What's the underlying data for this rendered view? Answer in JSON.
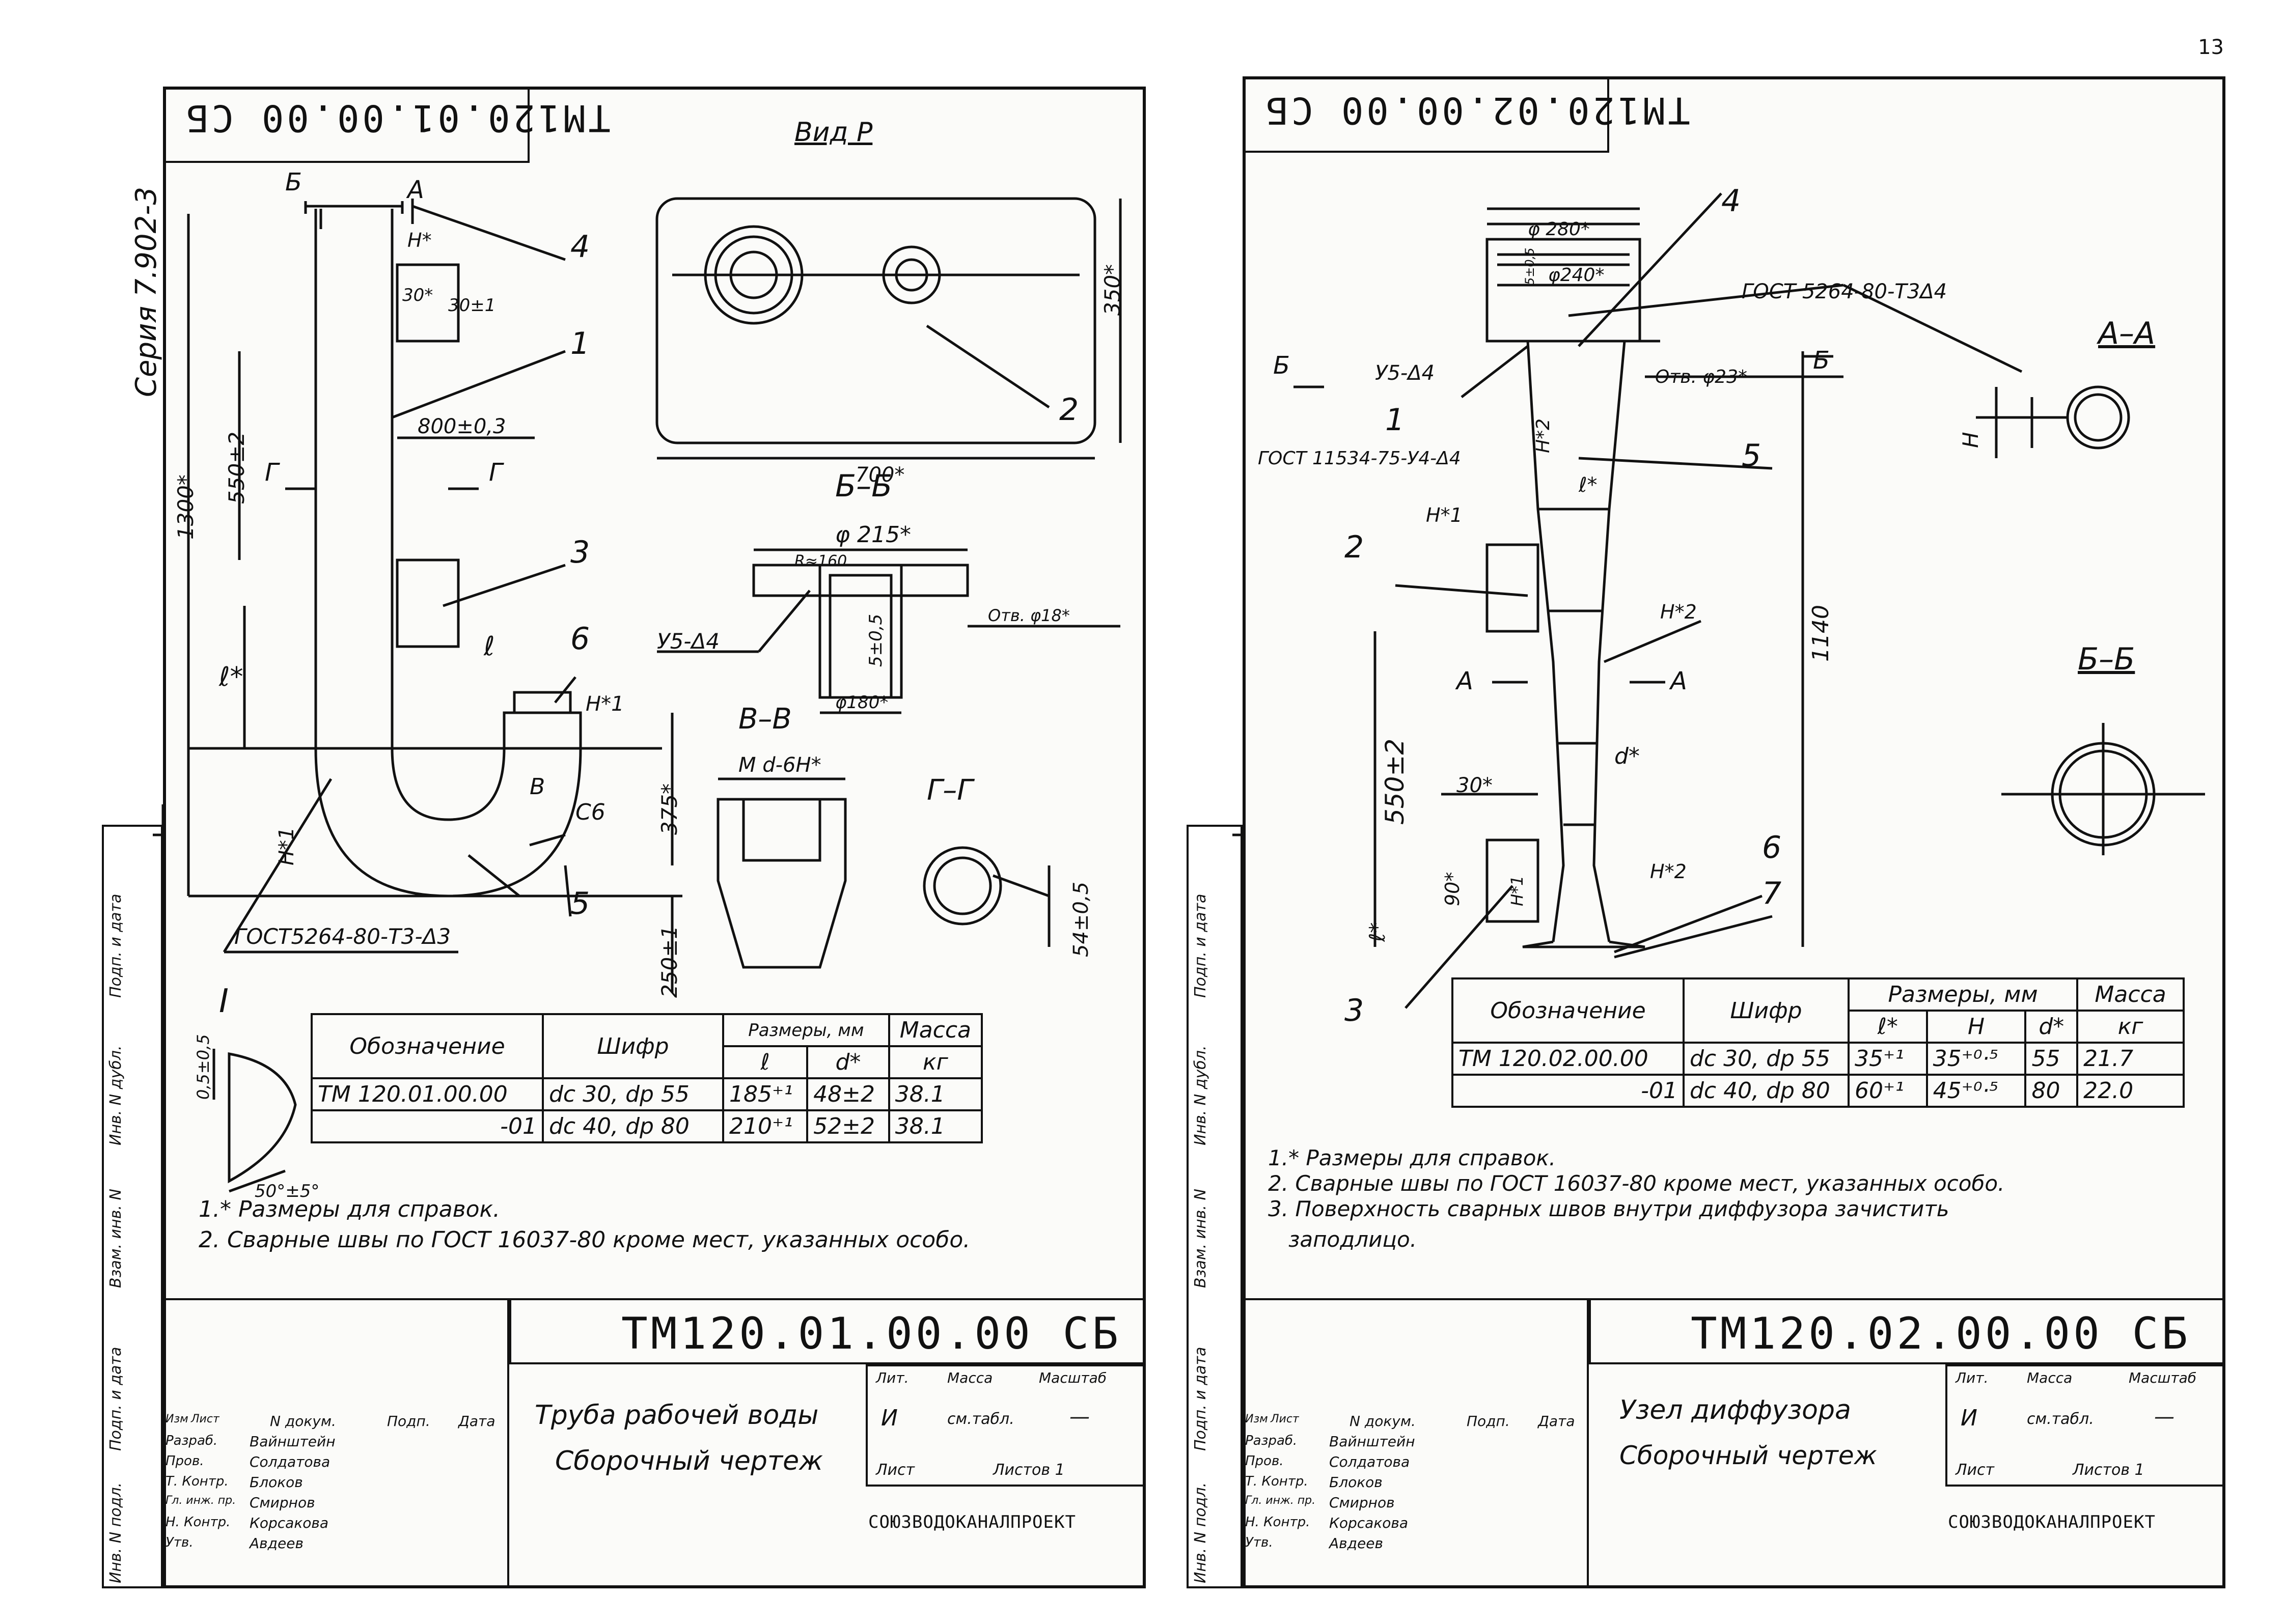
{
  "page_number": "13",
  "left": {
    "series_label": "Серия 7.902-3",
    "top_code": "ТМ120.01.00.00 СБ",
    "view_label": "Вид Р",
    "callouts": [
      "1",
      "2",
      "3",
      "4",
      "5",
      "6"
    ],
    "dims": {
      "d1300": "1300*",
      "d550": "550±2",
      "d800": "800±0,3",
      "d700": "700*",
      "d350": "350*",
      "d375": "375*",
      "d250": "250±1",
      "d54": "54±0,5",
      "l_e": "ℓ*",
      "l_e2": "ℓ",
      "n_top": "Н*",
      "d30": "30*",
      "d30b": "30±1",
      "b_mark": "Б",
      "a_mark": "А",
      "g_mark": "Г",
      "v_mark": "В",
      "n1": "Н*1",
      "n1b": "Н*1",
      "c6": "С6",
      "gost_weld": "ГОСТ5264-80-Т3-Δ3",
      "phi215": "φ 215*",
      "phi180": "φ180*",
      "r_note": "R≈160",
      "d5": "5±0,5",
      "otv": "Отв. φ18*",
      "weld45": "У5-Δ4",
      "m_thread": "М d-6Н*",
      "sec_bb": "Б–Б",
      "sec_vv": "В–В",
      "sec_gg": "Г–Г",
      "sec_i": "I",
      "d05": "0,5±0,5",
      "angle": "50°±5°"
    },
    "table": {
      "headers": [
        "Обозначение",
        "Шифр",
        "Размеры, мм",
        "Масса"
      ],
      "subheaders": [
        "ℓ",
        "d*",
        "кг"
      ],
      "rows": [
        [
          "ТМ 120.01.00.00",
          "dc 30, dр 55",
          "185⁺¹",
          "48±2",
          "38.1"
        ],
        [
          "-01",
          "dc 40, dр 80",
          "210⁺¹",
          "52±2",
          "38.1"
        ]
      ]
    },
    "notes": [
      "1.* Размеры для справок.",
      "2. Сварные швы по ГОСТ 16037-80 кроме мест, указанных особо."
    ],
    "stamp": {
      "code": "ТМ120.01.00.00 СБ",
      "title_line1": "Труба рабочей воды",
      "title_line2": "Сборочный чертеж",
      "cols": [
        "Изм",
        "Лист",
        "N докум.",
        "Подп.",
        "Дата"
      ],
      "roles": [
        "Разраб.",
        "Пров.",
        "Т. Контр.",
        "Гл. инж. пр.",
        "Н. Контр.",
        "Утв."
      ],
      "names": [
        "Вайнштейн",
        "Солдатова",
        "Блоков",
        "Смирнов",
        "Корсакова",
        "Авдеев"
      ],
      "lit": "Лит.",
      "mass": "Масса",
      "scale": "Масштаб",
      "lit_val": "И",
      "mass_val": "см.табл.",
      "scale_val": "—",
      "sheet": "Лист",
      "sheets": "Листов 1",
      "org": "СОЮЗВОДОКАНАЛПРОЕКТ"
    },
    "side_labels": [
      "Инв. N подл.",
      "Подп. и дата",
      "Взам. инв. N",
      "Инв. N дубл.",
      "Подп. и дата"
    ]
  },
  "right": {
    "top_code": "ТМ120.02.00.00 СБ",
    "callouts": [
      "1",
      "2",
      "3",
      "4",
      "5",
      "6",
      "7"
    ],
    "dims": {
      "phi280": "φ 280*",
      "phi240": "φ240*",
      "gost1": "ГОСТ 5264-80-Т3Δ4",
      "weld45": "У5-Δ4",
      "otv": "Отв. φ23*",
      "gost2": "ГОСТ 11534-75-У4-Δ4",
      "n2": "Н*2",
      "n2b": "Н*2",
      "n2c": "Н*2",
      "n1": "Н*1",
      "n1b": "Н*1",
      "e": "ℓ*",
      "e2": "ℓ*",
      "d1140": "1140",
      "d550": "550±2",
      "d30": "30*",
      "d90": "90*",
      "dstar": "d*",
      "h": "Н",
      "s_mark": "5±0,5",
      "b_mark": "Б",
      "a_mark": "А",
      "sec_aa": "А–А",
      "sec_bb": "Б–Б"
    },
    "table": {
      "headers": [
        "Обозначение",
        "Шифр",
        "Размеры, мм",
        "Масса"
      ],
      "subheaders": [
        "ℓ*",
        "Н",
        "d*",
        "кг"
      ],
      "rows": [
        [
          "ТМ 120.02.00.00",
          "dc 30, dр 55",
          "35⁺¹",
          "35⁺⁰·⁵",
          "55",
          "21.7"
        ],
        [
          "-01",
          "dc 40, dр 80",
          "60⁺¹",
          "45⁺⁰·⁵",
          "80",
          "22.0"
        ]
      ]
    },
    "notes": [
      "1.* Размеры для справок.",
      "2. Сварные швы по ГОСТ 16037-80 кроме мест, указанных особо.",
      "3. Поверхность сварных швов внутри диффузора зачистить",
      "заподлицо."
    ],
    "stamp": {
      "code": "ТМ120.02.00.00 СБ",
      "title_line1": "Узел диффузора",
      "title_line2": "Сборочный чертеж",
      "cols": [
        "Изм",
        "Лист",
        "N докум.",
        "Подп.",
        "Дата"
      ],
      "roles": [
        "Разраб.",
        "Пров.",
        "Т. Контр.",
        "Гл. инж. пр.",
        "Н. Контр.",
        "Утв."
      ],
      "names": [
        "Вайнштейн",
        "Солдатова",
        "Блоков",
        "Смирнов",
        "Корсакова",
        "Авдеев"
      ],
      "lit": "Лит.",
      "mass": "Масса",
      "scale": "Масштаб",
      "lit_val": "И",
      "mass_val": "см.табл.",
      "scale_val": "—",
      "sheet": "Лист",
      "sheets": "Листов 1",
      "org": "СОЮЗВОДОКАНАЛПРОЕКТ"
    },
    "side_labels": [
      "Инв. N подл.",
      "Подп. и дата",
      "Взам. инв. N",
      "Инв. N дубл.",
      "Подп. и дата"
    ]
  }
}
